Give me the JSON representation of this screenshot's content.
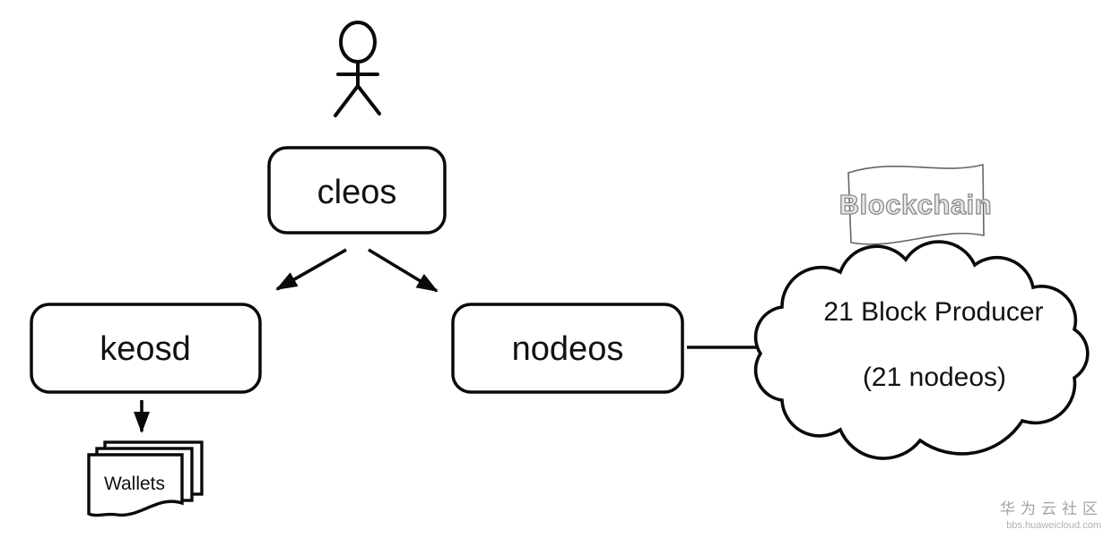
{
  "diagram": {
    "actor": {
      "icon": "stick-figure-person"
    },
    "nodes": {
      "cleos": {
        "label": "cleos"
      },
      "keosd": {
        "label": "keosd"
      },
      "nodeos": {
        "label": "nodeos"
      }
    },
    "cloud": {
      "line1": "21 Block Producer",
      "line2": "(21 nodeos)"
    },
    "flag": {
      "label": "Blockchain"
    },
    "wallets": {
      "label": "Wallets"
    },
    "connections": [
      {
        "from": "cleos",
        "to": "keosd"
      },
      {
        "from": "cleos",
        "to": "nodeos"
      },
      {
        "from": "keosd",
        "to": "wallets"
      },
      {
        "from": "nodeos",
        "to": "cloud"
      }
    ]
  },
  "colors": {
    "ink": "#0a0a0a",
    "flag_outline": "#666666",
    "flag_text_fill": "#e8e8e8",
    "flag_text_stroke": "#8a8a8a",
    "watermark_text": "#a3a3a3",
    "watermark_url": "#b0b0b0"
  },
  "watermark": {
    "community": "华为云社区",
    "url": "bbs.huaweicloud.com"
  }
}
